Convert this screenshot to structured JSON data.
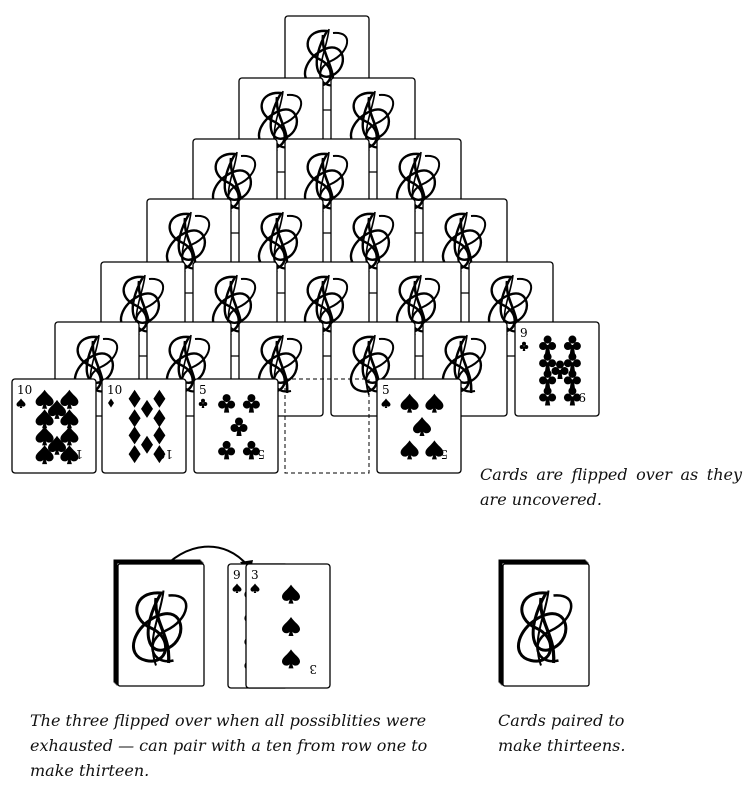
{
  "annotations": {
    "uncovered_note": "Cards are flipped over as they are uncovered.",
    "flipped_note": "The three flipped over when all possiblities were exhausted — can pair with a ten from row one to make thirteen.",
    "paired_note": "Cards paired to make thirteens."
  },
  "front_row": [
    {
      "rank": "10",
      "suit": "spade"
    },
    {
      "rank": "10",
      "suit": "diamond"
    },
    {
      "rank": "5",
      "suit": "club"
    },
    {
      "rank": "5",
      "suit": "spade"
    }
  ],
  "flipped_card": {
    "rank": "9",
    "suit": "club"
  },
  "waste_pile": [
    {
      "rank": "9",
      "suit": "spade"
    },
    {
      "rank": "3",
      "suit": "spade"
    }
  ],
  "stock_pile": {
    "label": ""
  },
  "pairs_pile": {
    "label": ""
  },
  "colors": {
    "ink": "#000000",
    "card": "#ffffff"
  }
}
